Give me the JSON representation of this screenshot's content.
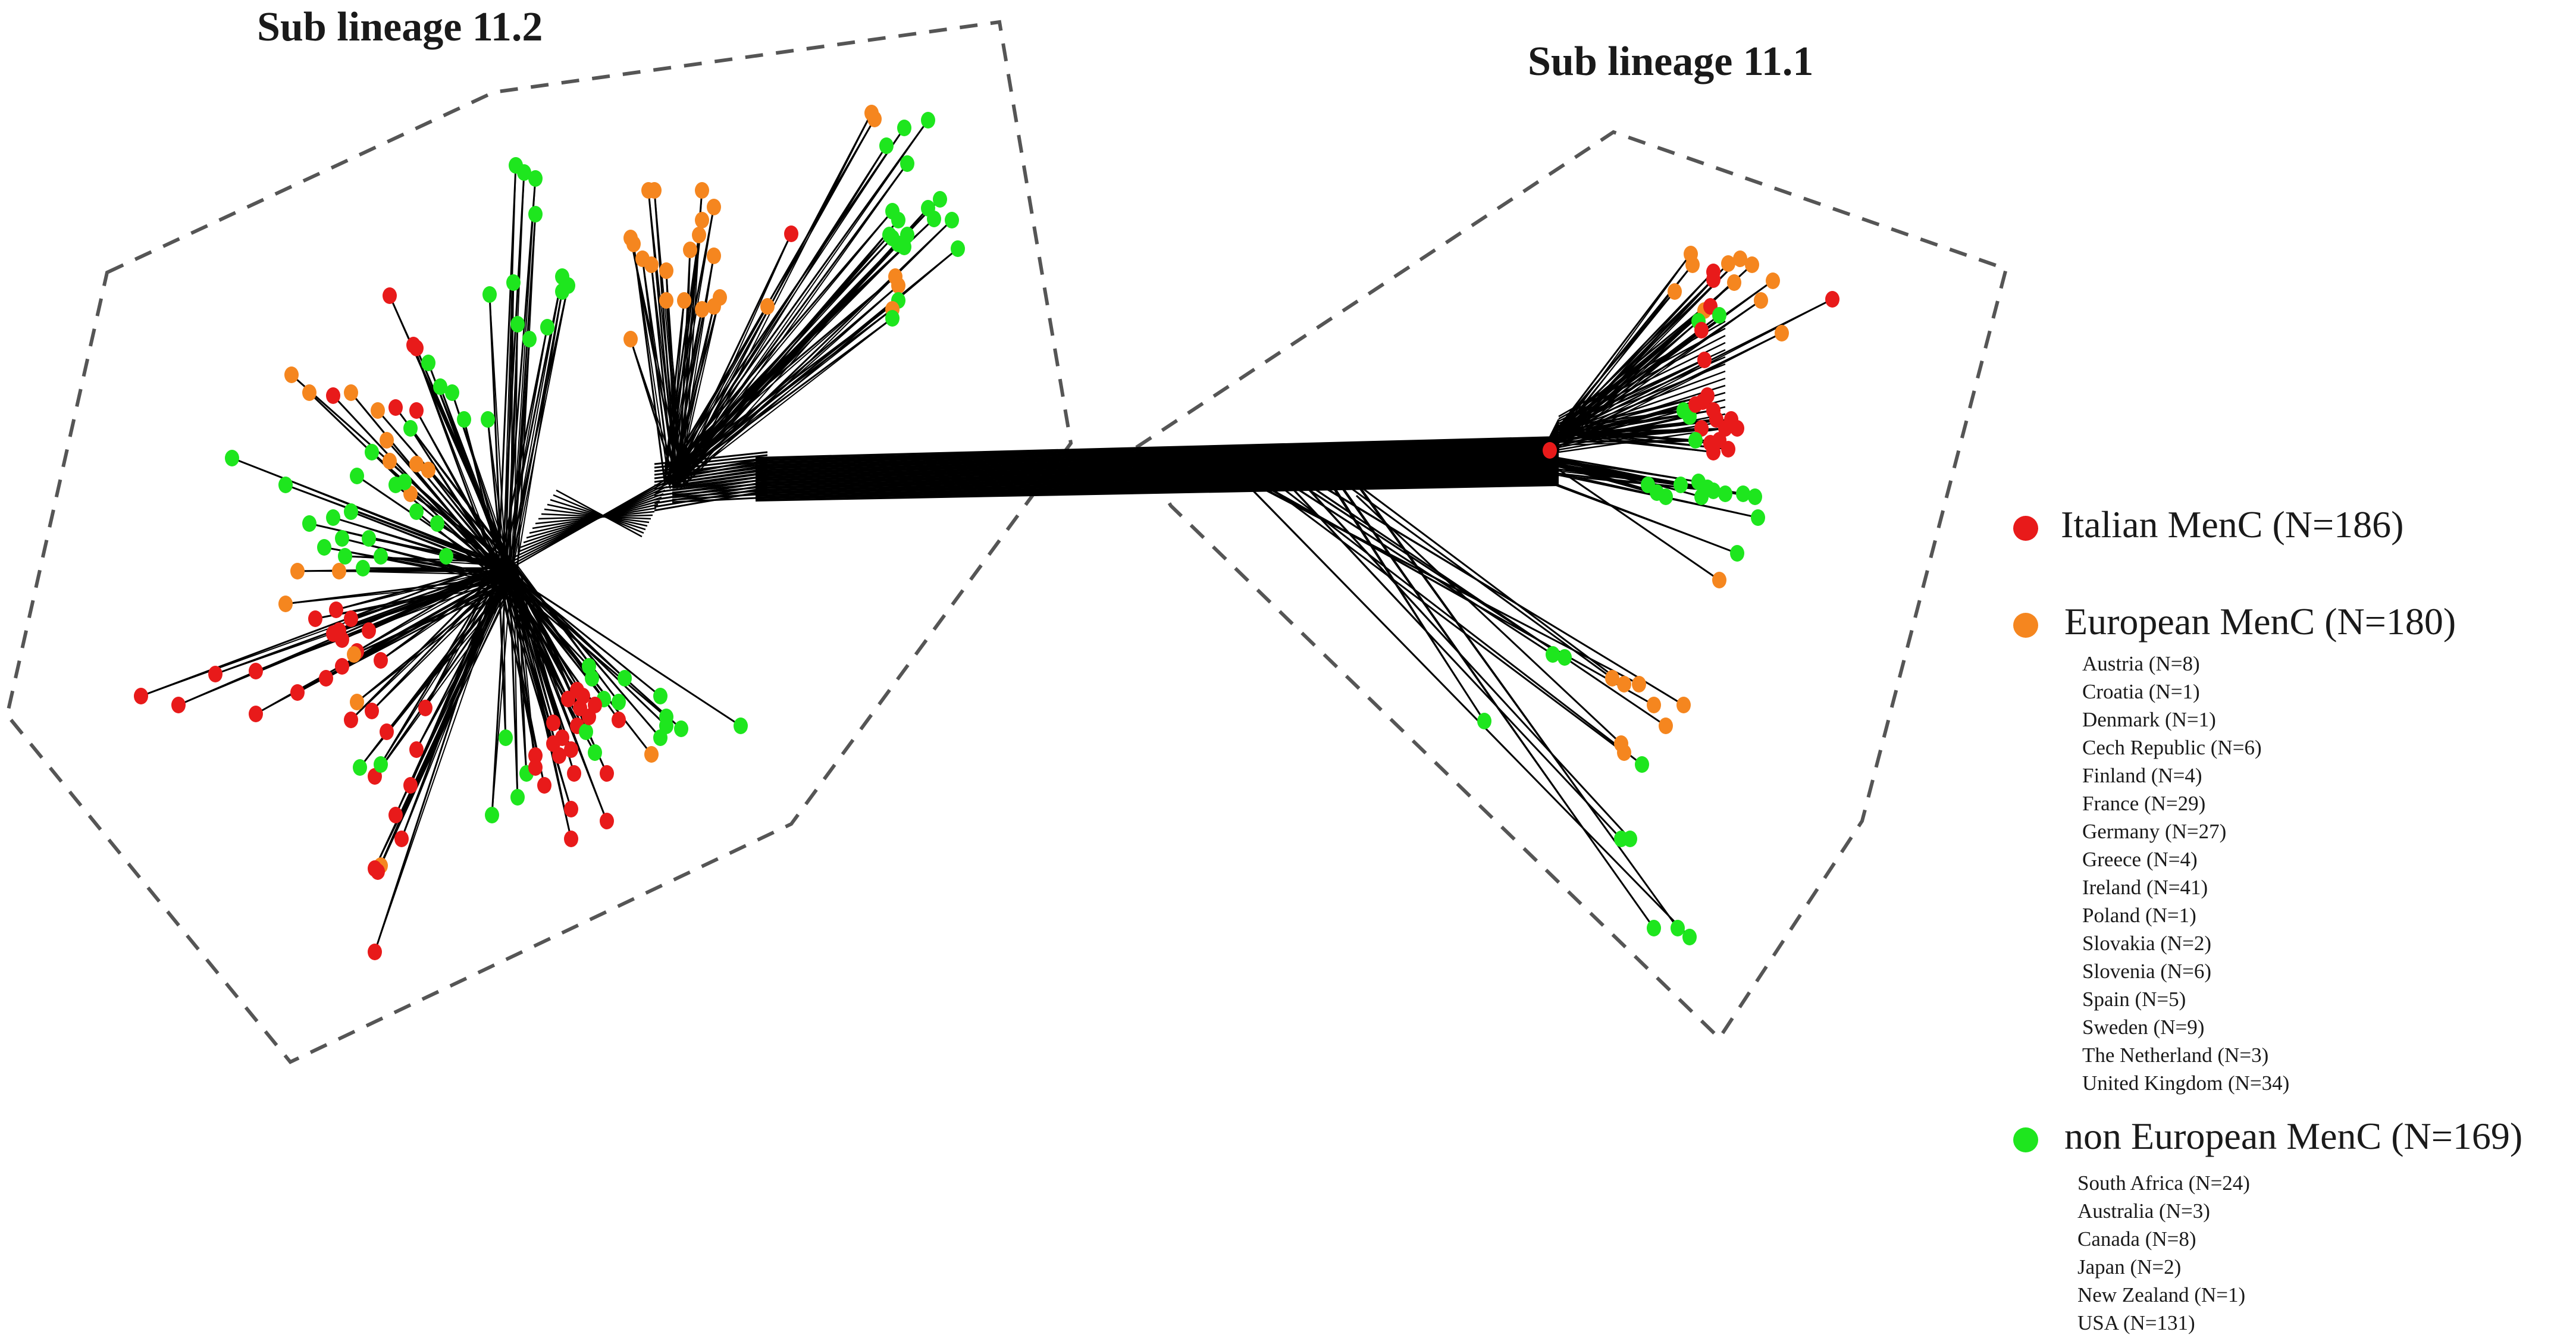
{
  "titles": {
    "sub_lineage_112": "Sub lineage 11.2",
    "sub_lineage_111": "Sub lineage 11.1"
  },
  "colors": {
    "italian": "#e81a1a",
    "european": "#f5861f",
    "non_european": "#1ee61e",
    "edges": "#000000",
    "hull": "#555555"
  },
  "legend": {
    "italian": {
      "label": "Italian MenC (N=186)"
    },
    "european": {
      "label": "European MenC (N=180)",
      "countries": [
        "Austria (N=8)",
        "Croatia (N=1)",
        "Denmark (N=1)",
        "Cech Republic (N=6)",
        "Finland (N=4)",
        "France (N=29)",
        "Germany (N=27)",
        "Greece (N=4)",
        "Ireland (N=41)",
        "Poland (N=1)",
        "Slovakia (N=2)",
        "Slovenia (N=6)",
        "Spain (N=5)",
        "Sweden (N=9)",
        "The Netherland (N=3)",
        "United Kingdom (N=34)"
      ]
    },
    "non_european": {
      "label": "non European MenC (N=169)",
      "countries": [
        "South Africa (N=24)",
        "Australia (N=3)",
        "Canada (N=8)",
        "Japan (N=2)",
        "New Zealand (N=1)",
        "USA (N=131)"
      ]
    }
  }
}
